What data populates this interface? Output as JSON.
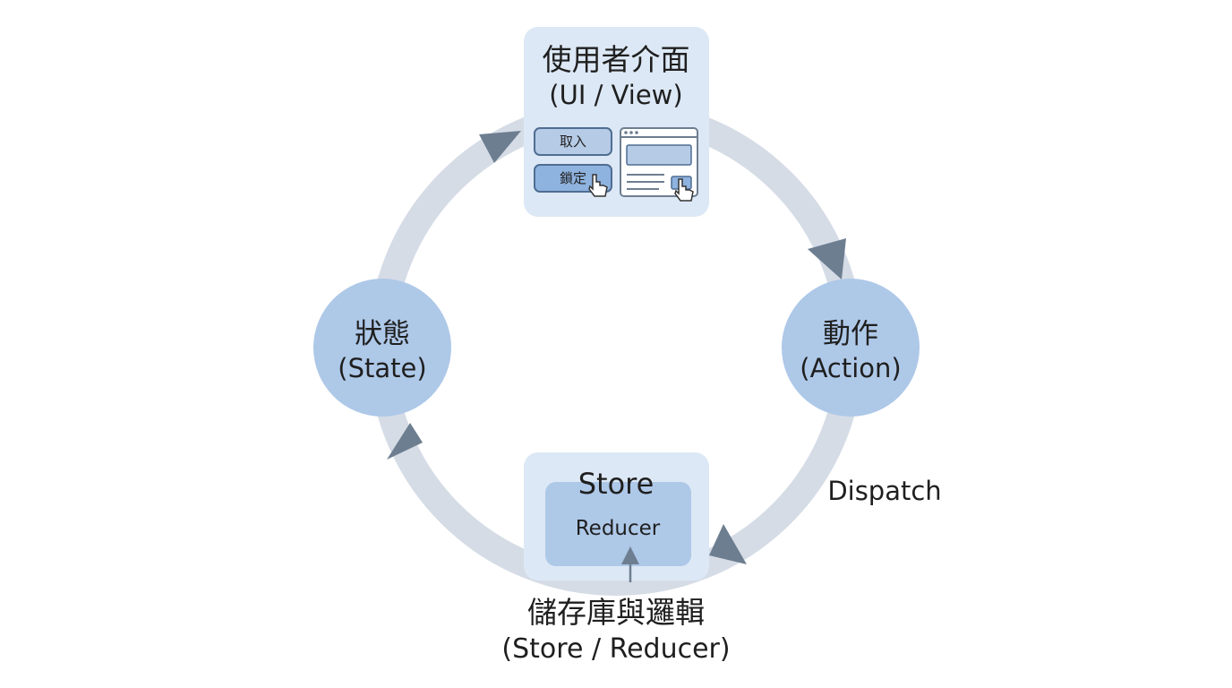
{
  "colors": {
    "ring": "#d5dce6",
    "arrow": "#6e7e91",
    "node_fill": "#aec8e8",
    "box_fill": "#dce8f5",
    "inner_fill": "#aec8e8",
    "button_fill": "#b6cbe6",
    "button_stroke": "#4f6d92",
    "text": "#1f1f1f"
  },
  "ui_view": {
    "title": "使用者介面",
    "subtitle": "(UI / View)",
    "button_1": "取入",
    "button_2": "鎖定",
    "icons": [
      "browser-window-icon",
      "hand-cursor-icon"
    ]
  },
  "action": {
    "title": "動作",
    "subtitle": "(Action)"
  },
  "state": {
    "title": "狀態",
    "subtitle": "(State)"
  },
  "store": {
    "title": "Store",
    "inner": "Reducer",
    "caption_1": "儲存庫與邏輯",
    "caption_2": "(Store / Reducer)"
  },
  "dispatch_label": "Dispatch"
}
